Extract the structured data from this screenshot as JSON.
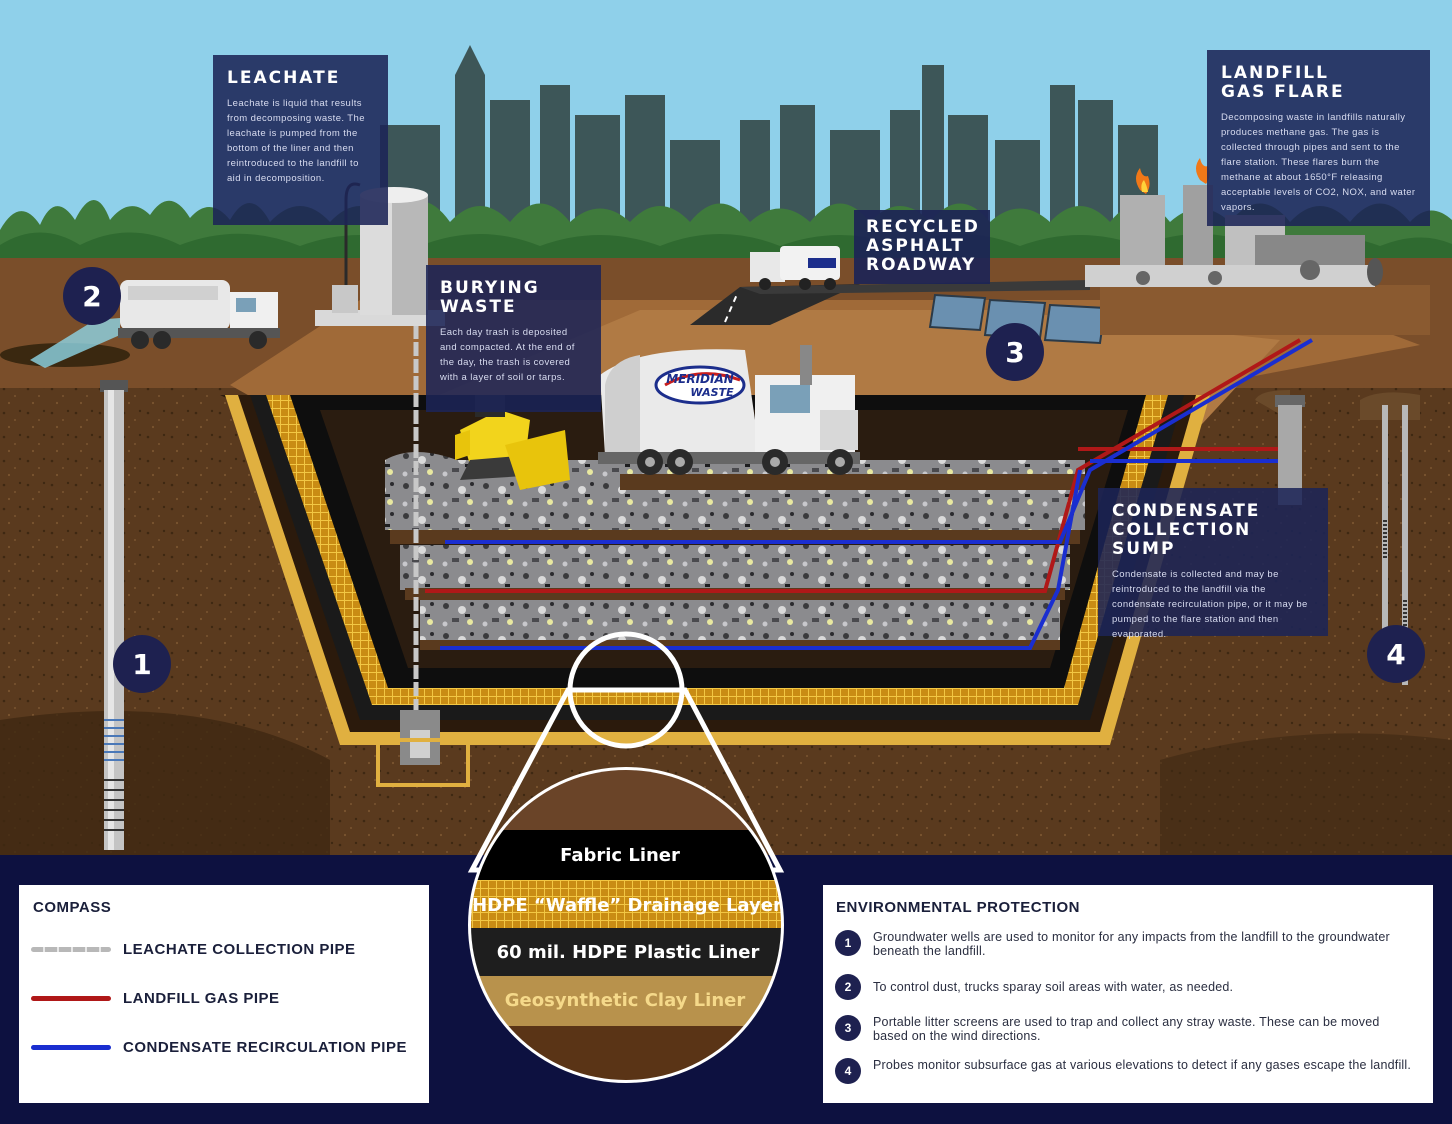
{
  "infoboxes": {
    "leachate": {
      "title": "LEACHATE",
      "text": "Leachate is liquid that results from decomposing waste. The leachate is pumped from the bottom of the liner and then reintroduced to the landfill to aid in decomposition."
    },
    "burying_waste": {
      "title": "BURYING\nWASTE",
      "text": "Each day trash is deposited and compacted. At the end of the day, the trash is covered with a layer of soil or tarps."
    },
    "gas_flare": {
      "title": "LANDFILL\nGAS FLARE",
      "text": "Decomposing waste in landfills naturally produces methane gas. The gas is collected through pipes and sent to the flare station. These flares burn the methane at about 1650°F releasing acceptable levels of CO2, NOX, and water vapors."
    },
    "condensate": {
      "title": "CONDENSATE\nCOLLECTION SUMP",
      "text": "Condensate is collected and may be reintroduced to the landfill via the condensate recirculation pipe, or it may be pumped to the flare station and then evaporated."
    }
  },
  "labels": {
    "roadway": "RECYCLED\nASPHALT\nROADWAY",
    "truck_logo_line1": "MERIDIAN",
    "truck_logo_line2": "WASTE"
  },
  "markers": [
    "1",
    "2",
    "3",
    "4"
  ],
  "liner_layers": [
    {
      "label": "Fabric Liner",
      "color": "#ffffff"
    },
    {
      "label": "HDPE “Waffle” Drainage Layer",
      "color": "#ffffff"
    },
    {
      "label": "60 mil. HDPE Plastic Liner",
      "color": "#ffffff"
    },
    {
      "label": "Geosynthetic Clay Liner",
      "color": "#f5d98a"
    }
  ],
  "compass": {
    "title": "COMPASS",
    "items": [
      {
        "label": "LEACHATE COLLECTION PIPE",
        "color": "#b8b8b8"
      },
      {
        "label": "LANDFILL GAS PIPE",
        "color": "#b01818"
      },
      {
        "label": "CONDENSATE RECIRCULATION PIPE",
        "color": "#1a2ed0"
      }
    ]
  },
  "environmental": {
    "title": "ENVIRONMENTAL PROTECTION",
    "items": [
      {
        "num": "1",
        "text": "Groundwater wells are used to monitor for any impacts from the landfill to the groundwater beneath the landfill."
      },
      {
        "num": "2",
        "text": "To control dust, trucks sparay soil areas with water, as needed."
      },
      {
        "num": "3",
        "text": "Portable litter screens are used to trap and collect any stray waste. These can be moved based on the wind directions."
      },
      {
        "num": "4",
        "text": "Probes monitor subsurface gas at various elevations to detect if any gases escape the landfill."
      }
    ]
  },
  "colors": {
    "sky": "#8fd0ea",
    "ground": "#6b4424",
    "navy": "#0d1140",
    "gas_pipe": "#b01818",
    "condensate_pipe": "#1a2ed0"
  }
}
